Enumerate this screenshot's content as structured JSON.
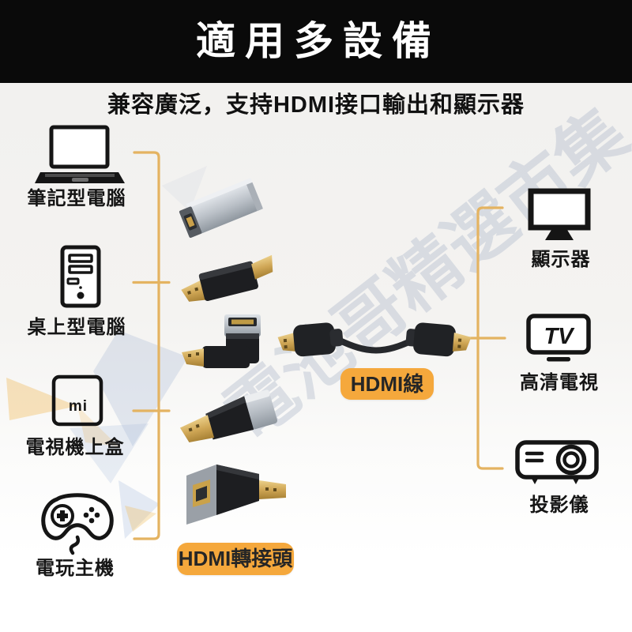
{
  "header": {
    "title": "適用多設備"
  },
  "subtitle": "兼容廣泛，支持HDMI接口輸出和顯示器",
  "left_devices": [
    {
      "label": "筆記型電腦",
      "icon": "laptop-icon"
    },
    {
      "label": "桌上型電腦",
      "icon": "desktop-tower-icon"
    },
    {
      "label": "電視機上盒",
      "icon": "mi-box-icon",
      "icon_text": "mi"
    },
    {
      "label": "電玩主機",
      "icon": "game-controller-icon"
    }
  ],
  "right_devices": [
    {
      "label": "顯示器",
      "icon": "monitor-icon"
    },
    {
      "label": "高清電視",
      "icon": "tv-icon",
      "icon_text": "TV"
    },
    {
      "label": "投影儀",
      "icon": "projector-icon"
    }
  ],
  "labels": {
    "adapters": "HDMI轉接頭",
    "cable": "HDMI線"
  },
  "watermark": {
    "text": "電池哥精選市集"
  },
  "colors": {
    "header_bg": "#0A0A0A",
    "accent_orange": "#F5A83C",
    "connector_line": "#E4B361",
    "gold": "#C9A04A",
    "icon_black": "#151515"
  }
}
